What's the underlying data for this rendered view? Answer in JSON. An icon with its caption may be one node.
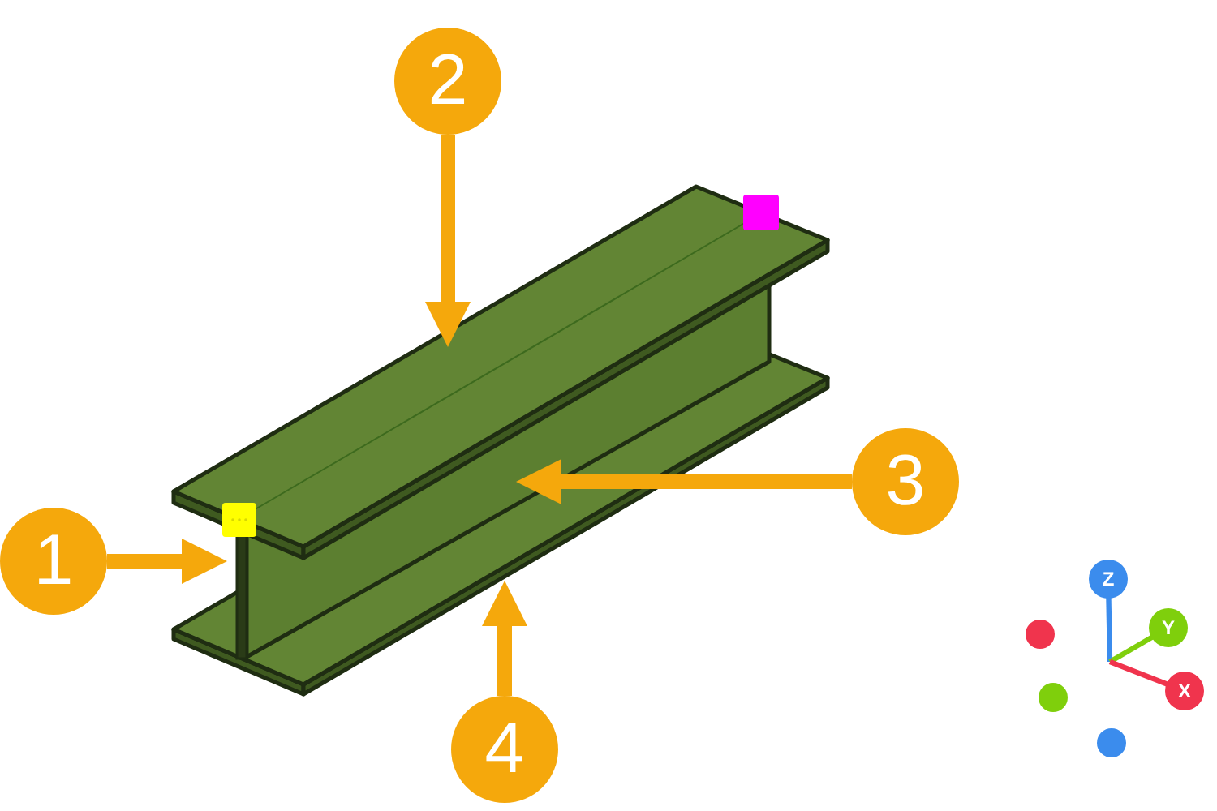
{
  "diagram": {
    "nodes": [
      {
        "text": [
          "1"
        ]
      },
      {
        "text": [
          "2"
        ]
      },
      {
        "text": [
          "3"
        ]
      },
      {
        "text": [
          "4"
        ]
      }
    ],
    "edges": [
      {
        "from": 0,
        "to": null,
        "arrow": "to"
      },
      {
        "from": 1,
        "to": null,
        "arrow": "to"
      },
      {
        "from": 2,
        "to": null,
        "arrow": "to"
      },
      {
        "from": 3,
        "to": null,
        "arrow": "to"
      }
    ],
    "labels": [
      "Z",
      "Y",
      "X"
    ]
  }
}
